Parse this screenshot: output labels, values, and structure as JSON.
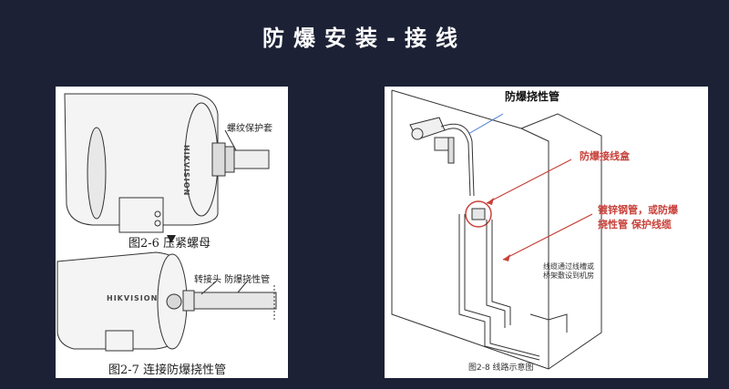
{
  "slide": {
    "title": "防爆安装-接线"
  },
  "left_panel": {
    "brand": "HIKVISION",
    "fig1": {
      "label": "螺纹保护套",
      "caption": "图2-6  压紧螺母"
    },
    "fig2": {
      "label": "转接头  防爆挠性管",
      "caption": "图2-7  连接防爆挠性管"
    }
  },
  "right_panel": {
    "title_label": "防爆挠性管",
    "box_label": "防爆接线盒",
    "pipe_label_1": "镀锌钢管，或防爆",
    "pipe_label_2": "挠性管 保护线缆",
    "cable_note_1": "线缆通过线槽或",
    "cable_note_2": "桥架敷设到机房",
    "caption": "图2-8  线路示意图"
  },
  "colors": {
    "background": "#1c2136",
    "accent_red": "#c8413a",
    "panel": "#ffffff"
  }
}
